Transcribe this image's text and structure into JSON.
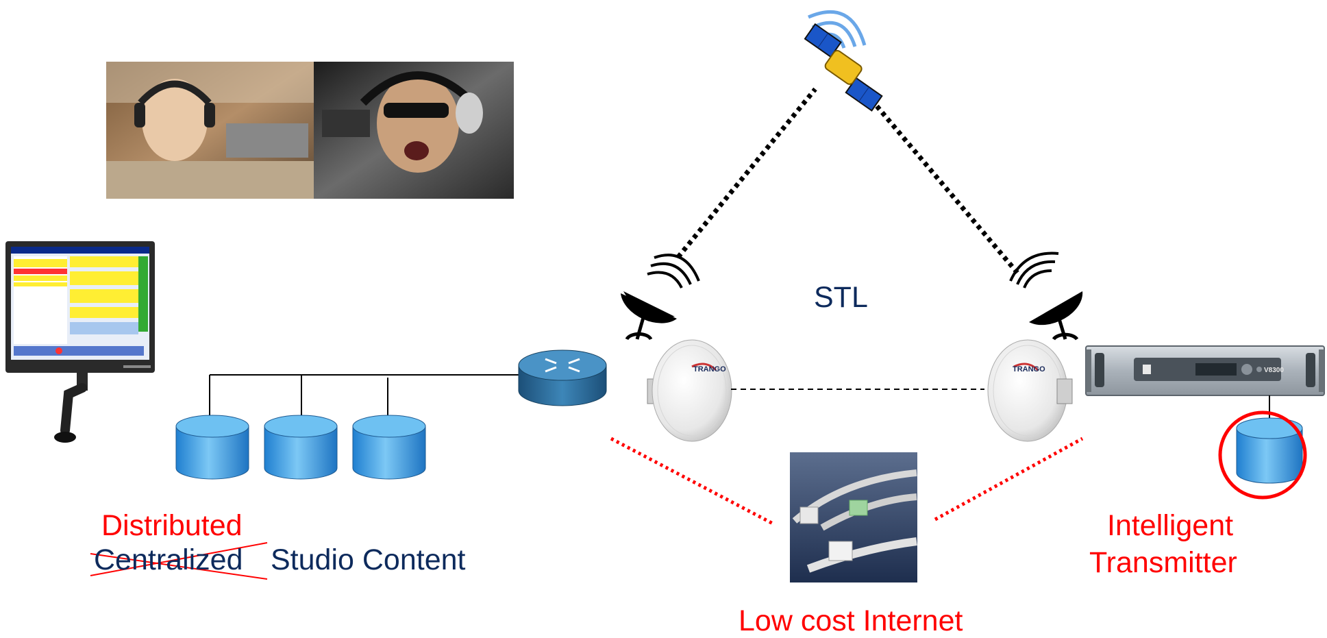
{
  "labels": {
    "stl": "STL",
    "distributed": "Distributed",
    "centralized": "Centralized",
    "studio_content": "Studio Content",
    "intelligent": "Intelligent",
    "transmitter": "Transmitter",
    "low_cost_internet": "Low cost Internet",
    "trango_left": "TRANGO",
    "trango_right": "TRANGO",
    "tx_model": "V8300"
  },
  "colors": {
    "navy_text": "#0d2a5c",
    "red_text": "#ff0000",
    "db_fill": "#3a9fe3",
    "router_fill": "#2e6f9e"
  }
}
